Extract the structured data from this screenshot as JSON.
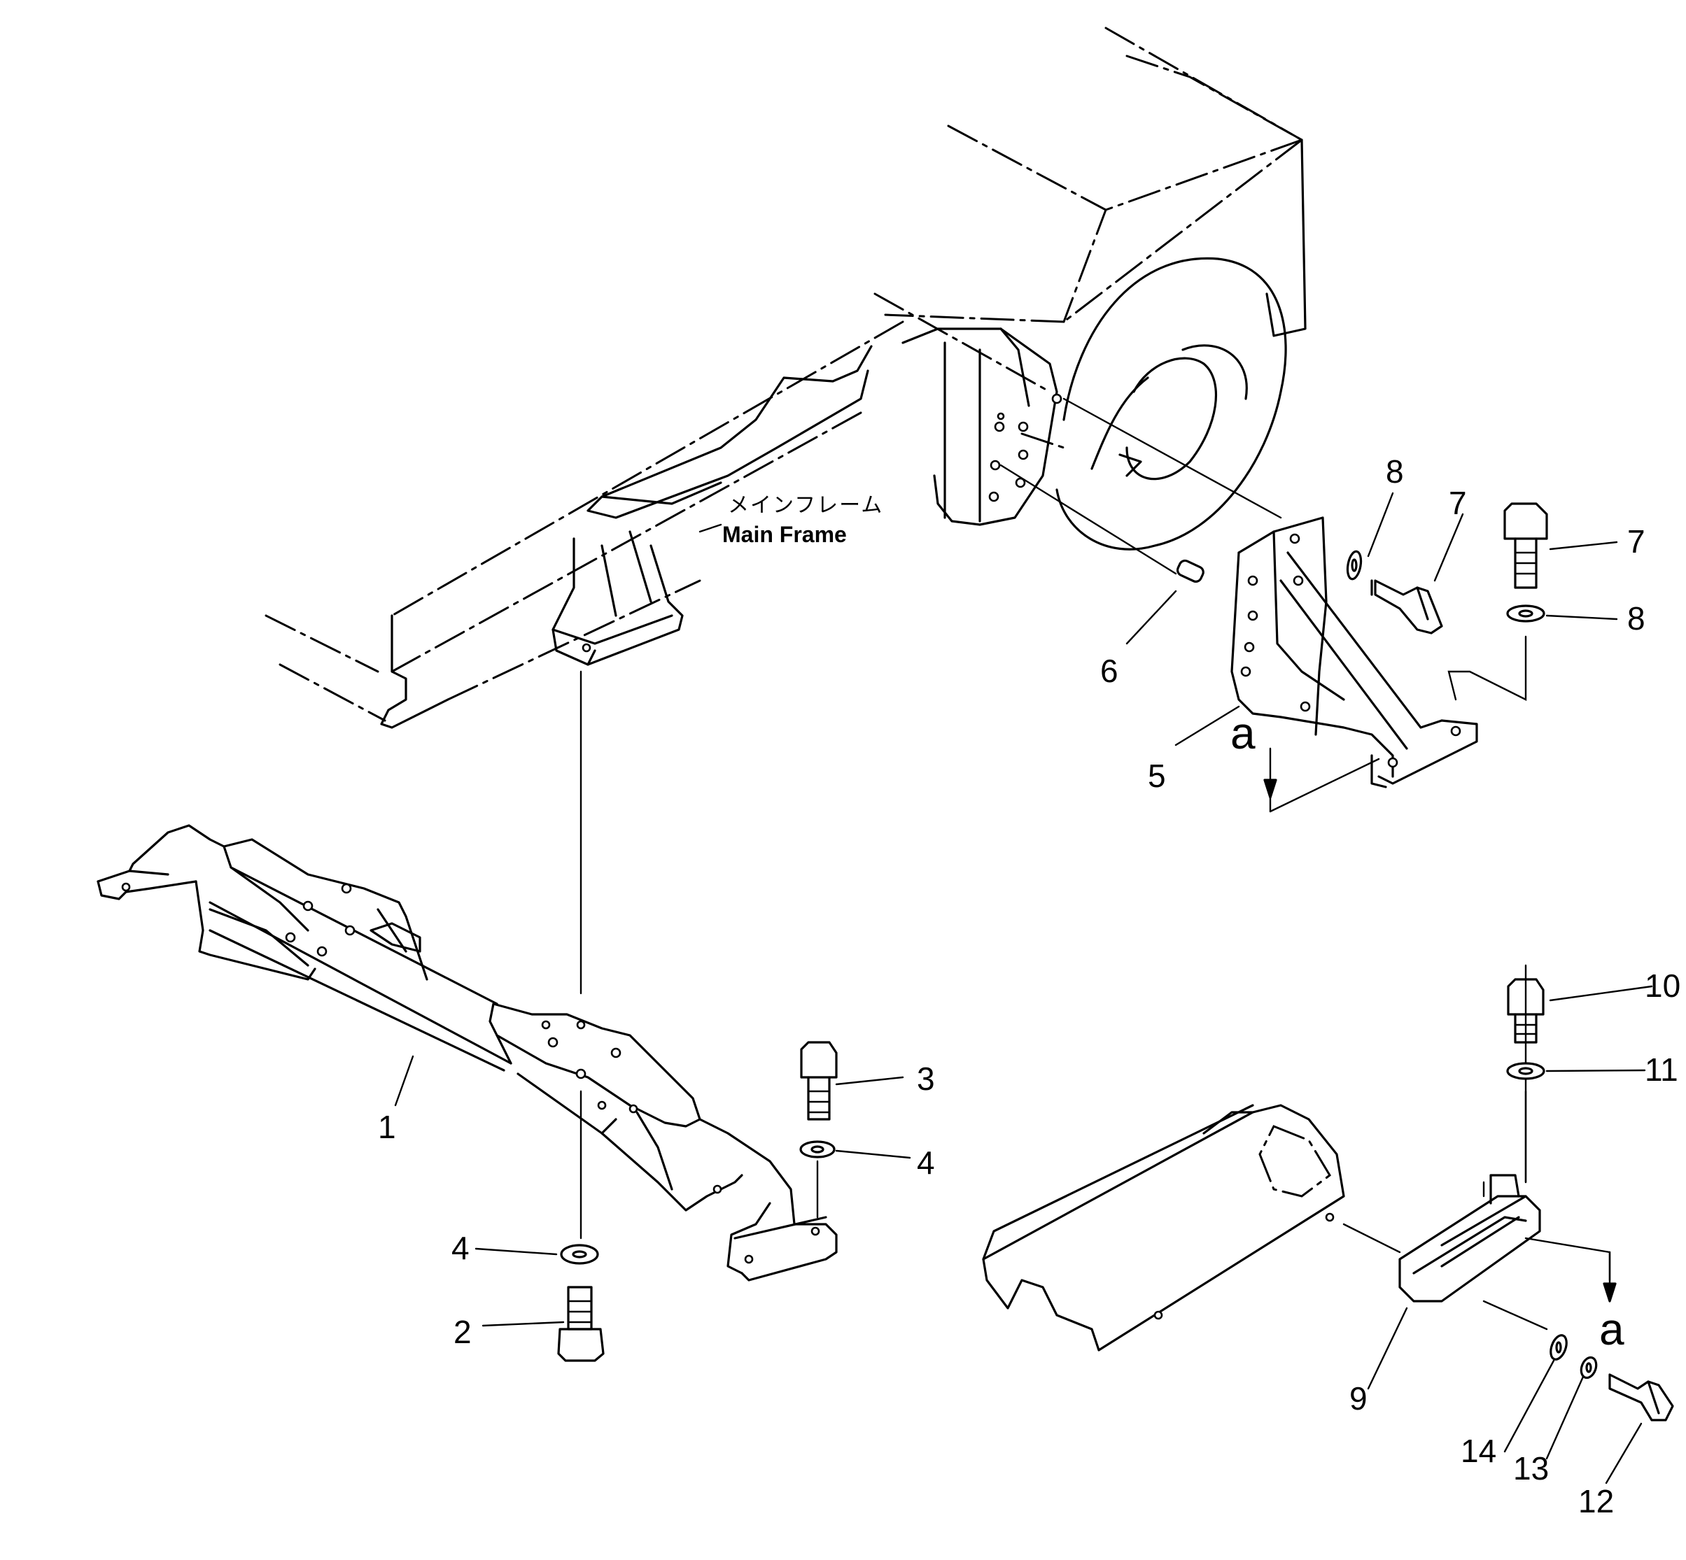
{
  "frame_label": {
    "japanese": "メインフレーム",
    "english": "Main  Frame"
  },
  "view_marker": "a",
  "callouts": {
    "c1": "1",
    "c2": "2",
    "c3": "3",
    "c4a": "4",
    "c4b": "4",
    "c5": "5",
    "c6": "6",
    "c7a": "7",
    "c7b": "7",
    "c8a": "8",
    "c8b": "8",
    "c9": "9",
    "c10": "10",
    "c11": "11",
    "c12": "12",
    "c13": "13",
    "c14": "14"
  }
}
